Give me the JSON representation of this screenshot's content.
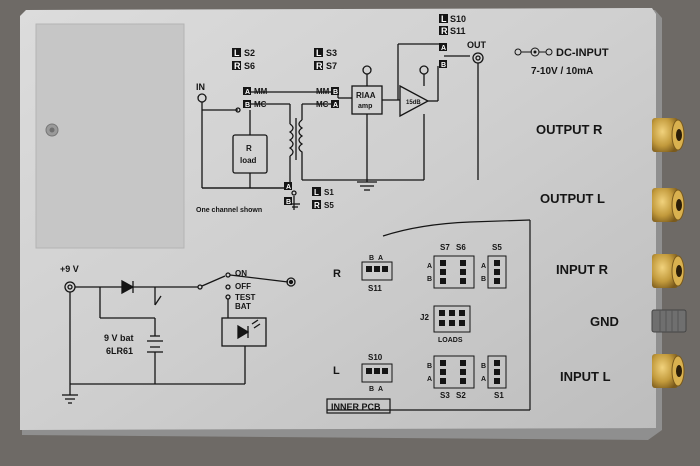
{
  "panel": {
    "top_left_labels": {
      "l_s2": "S2",
      "r_s6": "S6",
      "l_s3": "S3",
      "r_s7": "S7",
      "l_s10": "S10",
      "r_s11": "S11"
    },
    "box_letters": {
      "l": "L",
      "r": "R",
      "a": "A",
      "b": "B"
    },
    "schematic": {
      "in": "IN",
      "mm_left": "MM",
      "mc_left": "MC",
      "mm_right": "MM",
      "mc_right": "MC",
      "r_load": [
        "R",
        "load"
      ],
      "riaa": [
        "RIAA",
        "amp"
      ],
      "db": "15dB",
      "out": "OUT",
      "one_channel": "One channel shown",
      "l_s1": "S1",
      "r_s5": "S5"
    },
    "dc_input": {
      "title": "DC-INPUT",
      "spec": "7-10V / 10mA"
    },
    "power": {
      "plus9v": "+9 V",
      "on": "ON",
      "off": "OFF",
      "test": "TEST",
      "bat": "BAT",
      "battery": [
        "9 V bat",
        "6LR61"
      ]
    },
    "pcb": {
      "r": "R",
      "l": "L",
      "s11": "S11",
      "s10": "S10",
      "s7": "S7",
      "s6": "S6",
      "s5": "S5",
      "s3": "S3",
      "s2": "S2",
      "s1": "S1",
      "j2": "J2",
      "loads": "LOADS",
      "inner_pcb": "INNER PCB"
    },
    "side_labels": {
      "output_r": "OUTPUT  R",
      "output_l": "OUTPUT  L",
      "input_r": "INPUT  R",
      "gnd": "GND",
      "input_l": "INPUT  L"
    }
  },
  "colors": {
    "panel": "#cfcfcf",
    "ink": "#151515",
    "gold": "#c29a3c",
    "background": "#6e6a66"
  }
}
